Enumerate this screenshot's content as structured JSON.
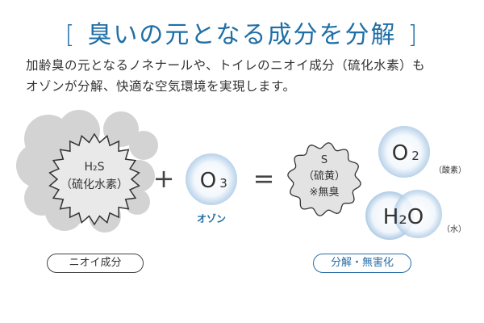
{
  "title": {
    "bracket_left": "[",
    "text": "臭いの元となる成分を分解",
    "bracket_right": "]"
  },
  "description": {
    "line1": "加齢臭の元となるノネナールや、トイレのニオイ成分（硫化水素）も",
    "line2": "オゾンが分解、快適な空気環境を実現します。"
  },
  "diagram": {
    "h2s": {
      "formula": "H₂S",
      "name": "（硫化水素）"
    },
    "plus": "+",
    "ozone": {
      "formula_main": "O",
      "formula_sub": "3",
      "name": "オゾン"
    },
    "equals": "=",
    "sulfur": {
      "symbol": "S",
      "name": "（硫黄）",
      "note": "※無臭"
    },
    "oxygen": {
      "formula_main": "O",
      "formula_sub": "2",
      "name": "（酸素）"
    },
    "water": {
      "formula": "H₂O",
      "name": "（水）"
    },
    "left_label": "ニオイ成分",
    "right_label": "分解・無害化"
  },
  "colors": {
    "accent": "#1f6fa6",
    "cloud": "#d2d2d2",
    "starburst_fill": "#e9e9e9",
    "sulfur_fill": "#e3e3e3",
    "bubble_edge": "#bcd4ea"
  }
}
